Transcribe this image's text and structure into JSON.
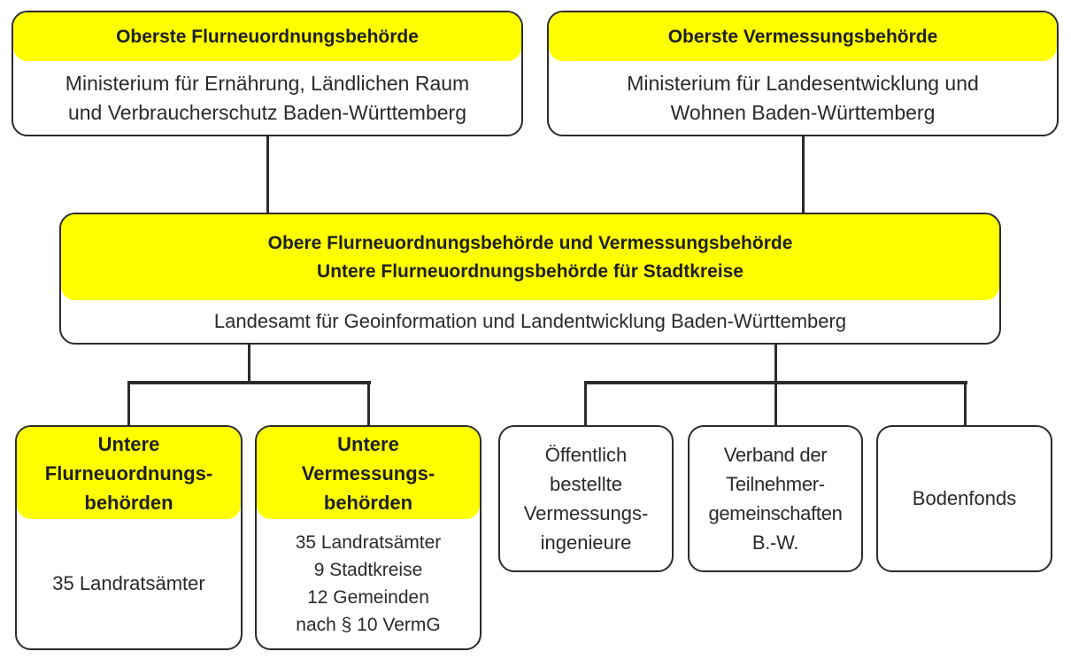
{
  "diagram": {
    "top": [
      {
        "title": "Oberste Flurneuordnungsbehörde",
        "body": "Ministerium für Ernährung, Ländlichen Raum\nund Verbraucherschutz Baden-Württemberg"
      },
      {
        "title": "Oberste Vermessungsbehörde",
        "body": "Ministerium für Landesentwicklung und\nWohnen Baden-Württemberg"
      }
    ],
    "middle": {
      "title": "Obere Flurneuordnungsbehörde und Vermessungsbehörde\nUntere Flurneuordnungsbehörde für Stadtkreise",
      "body": "Landesamt für Geoinformation und Landentwicklung Baden-Württemberg"
    },
    "bottom_highlighted": [
      {
        "title": "Untere\nFlurneuordnungs-\nbehörden",
        "body": "35 Landratsämter"
      },
      {
        "title": "Untere\nVermessungs-\nbehörden",
        "body": "35 Landratsämter\n9 Stadtkreise\n12 Gemeinden\nnach § 10 VermG"
      }
    ],
    "bottom_plain": [
      {
        "label": "Öffentlich\nbestellte\nVermessungs-\ningenieure"
      },
      {
        "label": "Verband der\nTeilnehmer-\ngemeinschaften\nB.-W."
      },
      {
        "label": "Bodenfonds"
      }
    ],
    "colors": {
      "highlight": "#ffff00",
      "border": "#2b2b2b",
      "text": "#222222"
    }
  }
}
